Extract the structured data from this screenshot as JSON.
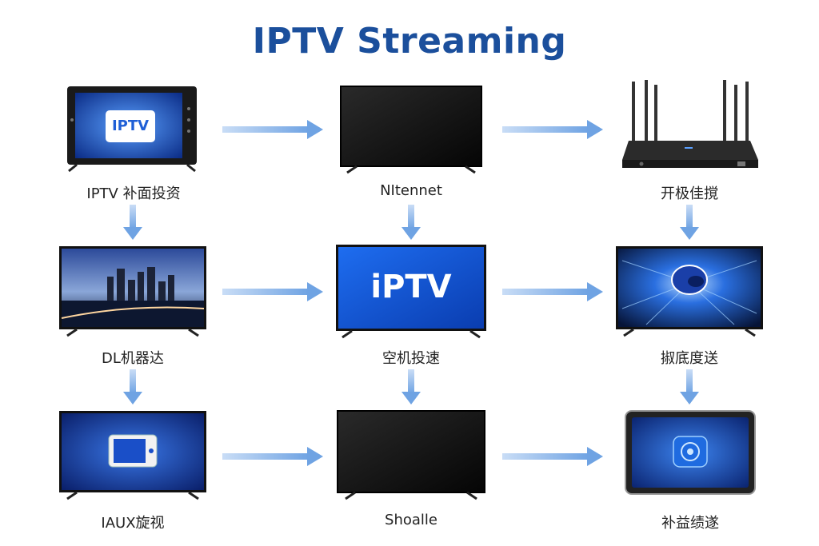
{
  "title": "IPTV Streaming",
  "nodes": [
    {
      "label": "IPTV 补面投资",
      "screen_text": "IPTV"
    },
    {
      "label": "NItennet"
    },
    {
      "label": "开极佳撹"
    },
    {
      "label": "DL机器达"
    },
    {
      "label": "空机投速",
      "screen_text": "iPTV"
    },
    {
      "label": "掓底度送"
    },
    {
      "label": "IAUX旋视"
    },
    {
      "label": "Shoalle"
    },
    {
      "label": "补益绩遂"
    }
  ],
  "colors": {
    "title": "#1b4f9c",
    "arrow": "#7faee6",
    "screen_blue": "#1f5fd6",
    "bezel": "#111111"
  },
  "icons": [
    "tv-icon",
    "router-icon",
    "tablet-icon",
    "arrow-right-icon",
    "arrow-down-icon"
  ]
}
